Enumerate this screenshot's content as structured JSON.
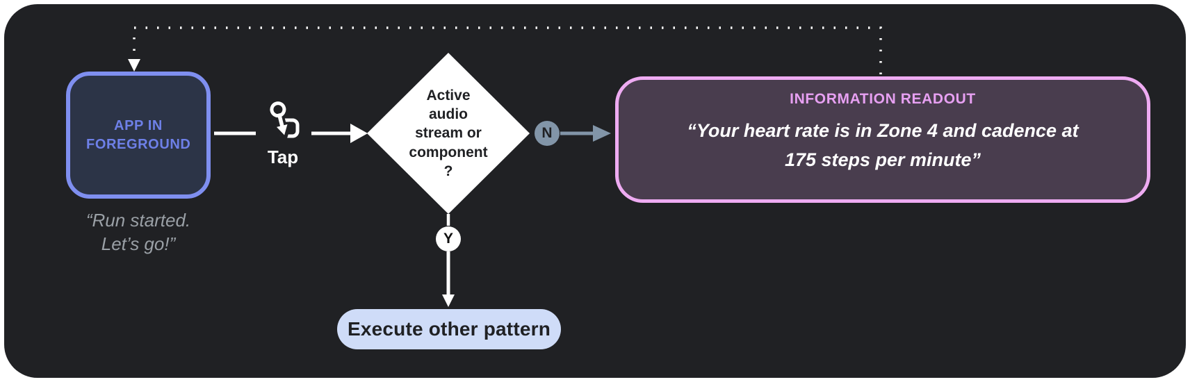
{
  "diagram_type": "flowchart",
  "colors": {
    "canvas_bg": "#202124",
    "app_node_border": "#7f8ff0",
    "app_node_fill": "#2c3447",
    "app_node_text": "#6e80e8",
    "caption_text": "#9aa0a6",
    "decision_fill": "#ffffff",
    "decision_text": "#202124",
    "no_branch_accent": "#8295a8",
    "readout_border": "#eeabf2",
    "readout_fill": "#493d4e",
    "readout_title_text": "#e7a0f2",
    "action_pill_fill": "#cfdcf8",
    "connector": "#ffffff"
  },
  "nodes": {
    "app": {
      "label": "APP IN\nFOREGROUND",
      "caption": "“Run started.\nLet’s go!”"
    },
    "trigger": {
      "icon": "tap-gesture-icon",
      "label": "Tap"
    },
    "decision": {
      "question": "Active\naudio\nstream or\ncomponent\n?",
      "no_label": "N",
      "yes_label": "Y"
    },
    "readout": {
      "title": "INFORMATION READOUT",
      "quote": "“Your heart rate is in Zone 4 and cadence at\n175 steps per minute”"
    },
    "action": {
      "label": "Execute other pattern"
    }
  }
}
